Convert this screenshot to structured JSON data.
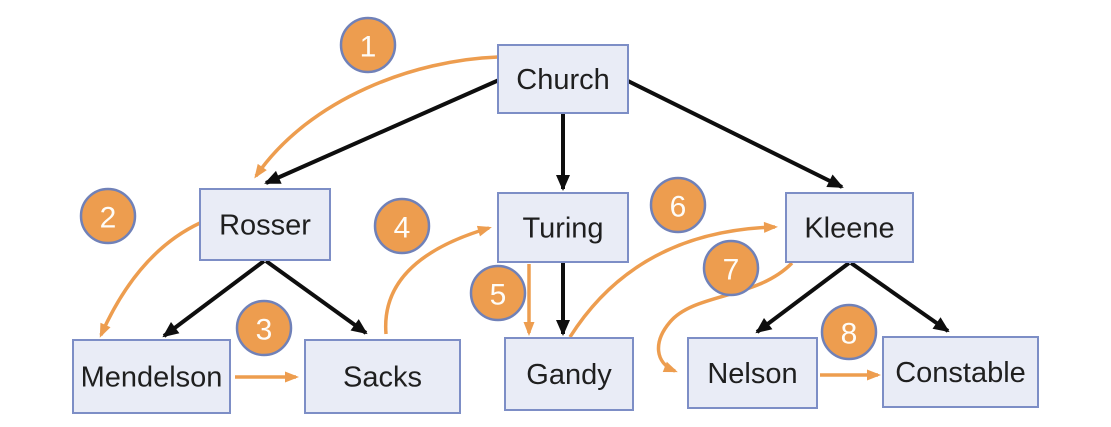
{
  "diagram": {
    "description": "Advisor tree with numbered traversal arrows",
    "colors": {
      "background": "#ffffff",
      "node_fill": "#e9ecf6",
      "node_border": "#7d8ec6",
      "node_text": "#1f1f1f",
      "tree_edge": "#0e0e0e",
      "step_arrow": "#ed9d4f",
      "step_circle_fill": "#ed9d4f",
      "step_circle_border": "#7081b8",
      "step_number_text": "#fefcf8"
    },
    "nodes": [
      {
        "id": "church",
        "label": "Church"
      },
      {
        "id": "rosser",
        "label": "Rosser"
      },
      {
        "id": "turing",
        "label": "Turing"
      },
      {
        "id": "kleene",
        "label": "Kleene"
      },
      {
        "id": "mendelson",
        "label": "Mendelson"
      },
      {
        "id": "sacks",
        "label": "Sacks"
      },
      {
        "id": "gandy",
        "label": "Gandy"
      },
      {
        "id": "nelson",
        "label": "Nelson"
      },
      {
        "id": "constable",
        "label": "Constable"
      }
    ],
    "tree_edges": [
      {
        "id": "church-rosser",
        "from": "church",
        "to": "rosser"
      },
      {
        "id": "church-turing",
        "from": "church",
        "to": "turing"
      },
      {
        "id": "church-kleene",
        "from": "church",
        "to": "kleene"
      },
      {
        "id": "rosser-mendelson",
        "from": "rosser",
        "to": "mendelson"
      },
      {
        "id": "rosser-sacks",
        "from": "rosser",
        "to": "sacks"
      },
      {
        "id": "turing-gandy",
        "from": "turing",
        "to": "gandy"
      },
      {
        "id": "kleene-nelson",
        "from": "kleene",
        "to": "nelson"
      },
      {
        "id": "kleene-constable",
        "from": "kleene",
        "to": "constable"
      }
    ],
    "steps": [
      {
        "number": "1",
        "from": "church",
        "to": "rosser"
      },
      {
        "number": "2",
        "from": "rosser",
        "to": "mendelson"
      },
      {
        "number": "3",
        "from": "mendelson",
        "to": "sacks"
      },
      {
        "number": "4",
        "from": "sacks",
        "to": "turing"
      },
      {
        "number": "5",
        "from": "turing",
        "to": "gandy"
      },
      {
        "number": "6",
        "from": "gandy",
        "to": "kleene"
      },
      {
        "number": "7",
        "from": "kleene",
        "to": "nelson"
      },
      {
        "number": "8",
        "from": "nelson",
        "to": "constable"
      }
    ]
  }
}
